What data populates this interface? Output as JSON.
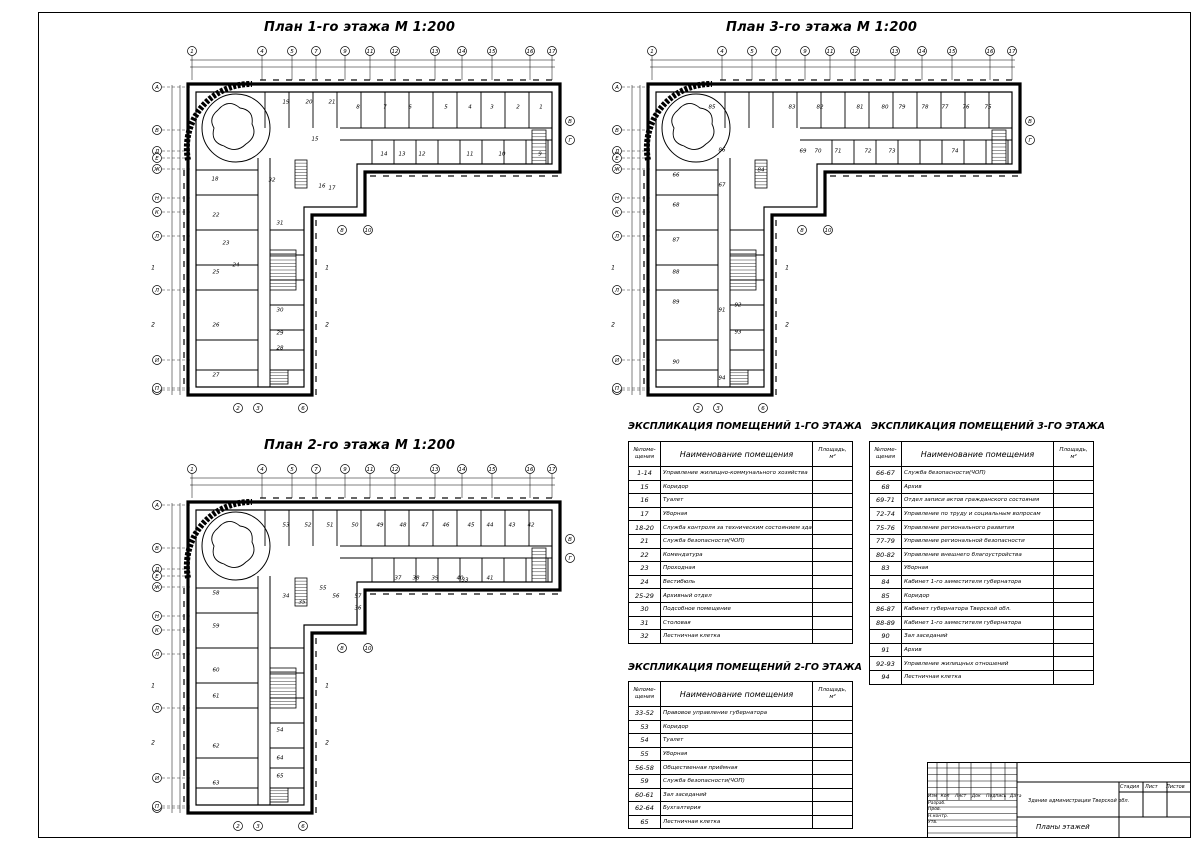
{
  "titles": {
    "plan1": "План 1-го этажа М 1:200",
    "plan2": "План 2-го этажа М 1:200",
    "plan3": "План 3-го этажа М 1:200"
  },
  "axis_labels": {
    "top_first": [
      "1",
      "4",
      "5",
      "7",
      "9",
      "11",
      "12",
      "13",
      "14",
      "15",
      "16",
      "17"
    ],
    "top_third": [
      "1",
      "4",
      "5",
      "7",
      "9",
      "11",
      "12",
      "13",
      "14",
      "15",
      "16",
      "17"
    ],
    "left": [
      "А",
      "В",
      "Д",
      "Е",
      "Ж",
      "Н",
      "К",
      "Л",
      "Л",
      "И",
      "Н",
      "П"
    ],
    "right_short": [
      "В",
      "Г"
    ],
    "bottom": [
      "2",
      "3",
      "6"
    ],
    "inner": [
      "8",
      "10"
    ],
    "sections": [
      "1",
      "1",
      "2",
      "2"
    ]
  },
  "plan1_rooms": [
    "1",
    "2",
    "3",
    "4",
    "5",
    "6",
    "7",
    "8",
    "9",
    "10",
    "11",
    "12",
    "13",
    "14",
    "15",
    "16",
    "17",
    "18",
    "19",
    "20",
    "21",
    "22",
    "23",
    "24",
    "25",
    "26",
    "27",
    "28",
    "29",
    "30",
    "31",
    "32"
  ],
  "plan2_rooms": [
    "33",
    "34",
    "35",
    "36",
    "37",
    "38",
    "39",
    "40",
    "41",
    "42",
    "43",
    "44",
    "45",
    "46",
    "47",
    "48",
    "49",
    "50",
    "51",
    "52",
    "53",
    "54",
    "55",
    "56",
    "57",
    "58",
    "59",
    "60",
    "61",
    "62",
    "63",
    "64",
    "65"
  ],
  "plan3_rooms": [
    "66",
    "67",
    "68",
    "69",
    "70",
    "71",
    "72",
    "73",
    "74",
    "75",
    "76",
    "77",
    "78",
    "79",
    "80",
    "81",
    "82",
    "83",
    "84",
    "85",
    "86",
    "87",
    "88",
    "89",
    "90",
    "91",
    "92",
    "93",
    "94"
  ],
  "table_headers": {
    "num": "№поме-щения",
    "name": "Наименование помещения",
    "area": "Площадь, м²"
  },
  "tables": {
    "t1": {
      "title": "ЭКСПЛИКАЦИЯ ПОМЕЩЕНИЙ 1-ГО ЭТАЖА",
      "rows": [
        {
          "num": "1-14",
          "name": "Управление жилищно-коммунального хозяйства"
        },
        {
          "num": "15",
          "name": "Коридор"
        },
        {
          "num": "16",
          "name": "Туалет"
        },
        {
          "num": "17",
          "name": "Уборная"
        },
        {
          "num": "18-20",
          "name": "Служба контроля за техническим состоянием зданий"
        },
        {
          "num": "21",
          "name": "Служба безопасности(ЧОП)"
        },
        {
          "num": "22",
          "name": "Комендатура"
        },
        {
          "num": "23",
          "name": "Проходная"
        },
        {
          "num": "24",
          "name": "Вестибюль"
        },
        {
          "num": "25-29",
          "name": "Архивный отдел"
        },
        {
          "num": "30",
          "name": "Подсобное помещение"
        },
        {
          "num": "31",
          "name": "Столовая"
        },
        {
          "num": "32",
          "name": "Лестничная клетка"
        }
      ]
    },
    "t2": {
      "title": "ЭКСПЛИКАЦИЯ ПОМЕЩЕНИЙ 2-ГО ЭТАЖА",
      "rows": [
        {
          "num": "33-52",
          "name": "Правовое управление губернатора"
        },
        {
          "num": "53",
          "name": "Коридор"
        },
        {
          "num": "54",
          "name": "Туалет"
        },
        {
          "num": "55",
          "name": "Уборная"
        },
        {
          "num": "56-58",
          "name": "Общественная приёмная"
        },
        {
          "num": "59",
          "name": "Служба безопасности(ЧОП)"
        },
        {
          "num": "60-61",
          "name": "Зал заседаний"
        },
        {
          "num": "62-64",
          "name": "Бухгалтерия"
        },
        {
          "num": "65",
          "name": "Лестничная клетка"
        }
      ]
    },
    "t3": {
      "title": "ЭКСПЛИКАЦИЯ ПОМЕЩЕНИЙ 3-ГО ЭТАЖА",
      "rows": [
        {
          "num": "66-67",
          "name": "Служба безопасности(ЧОП)"
        },
        {
          "num": "68",
          "name": "Архив"
        },
        {
          "num": "69-71",
          "name": "Отдел записи актов гражданского состояния"
        },
        {
          "num": "72-74",
          "name": "Управление по труду и социальным вопросам"
        },
        {
          "num": "75-76",
          "name": "Управление регионального развития"
        },
        {
          "num": "77-79",
          "name": "Управление региональной безопасности"
        },
        {
          "num": "80-82",
          "name": "Управление внешнего благоустройства"
        },
        {
          "num": "83",
          "name": "Уборная"
        },
        {
          "num": "84",
          "name": "Кабинет 1-го заместителя губернатора"
        },
        {
          "num": "85",
          "name": "Коридор"
        },
        {
          "num": "86-87",
          "name": "Кабинет губернатора Тверской обл."
        },
        {
          "num": "88-89",
          "name": "Кабинет 1-го заместителя губернатора"
        },
        {
          "num": "90",
          "name": "Зал заседаний"
        },
        {
          "num": "91",
          "name": "Архив"
        },
        {
          "num": "92-93",
          "name": "Управление жилищных отношений"
        },
        {
          "num": "94",
          "name": "Лестничная клетка"
        }
      ]
    }
  },
  "stamp": {
    "heads": [
      "Изм",
      "Кол",
      "Лист",
      "Док",
      "Подпись",
      "Дата"
    ],
    "roles": [
      "Разраб.",
      "Пров.",
      "Н.контр.",
      "Утв."
    ],
    "project": "Здание администрации Тверской обл.",
    "sheet_title": "Планы этажей",
    "cols": [
      "Стадия",
      "Лист",
      "Листов"
    ]
  }
}
